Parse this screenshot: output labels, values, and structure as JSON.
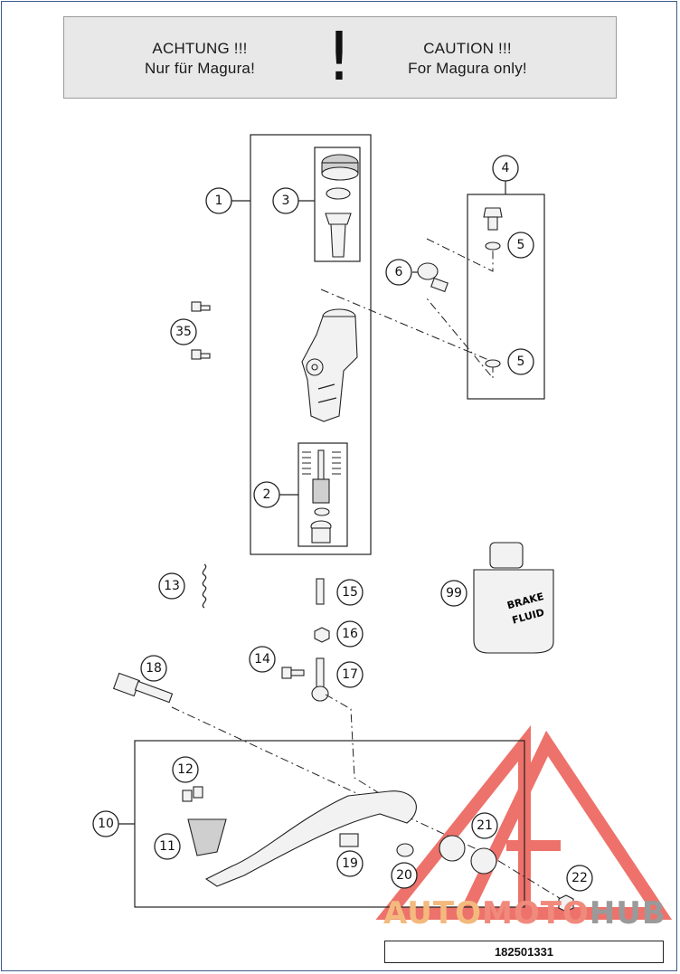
{
  "warning": {
    "de_line1": "ACHTUNG !!!",
    "de_line2": "Nur für Magura!",
    "symbol": "!",
    "en_line1": "CAUTION !!!",
    "en_line2": "For Magura only!"
  },
  "callouts": {
    "c1": "1",
    "c2": "2",
    "c3": "3",
    "c4": "4",
    "c5a": "5",
    "c5b": "5",
    "c6": "6",
    "c35": "35",
    "c13": "13",
    "c15": "15",
    "c16": "16",
    "c14": "14",
    "c17": "17",
    "c18": "18",
    "c99": "99",
    "c12": "12",
    "c10": "10",
    "c11": "11",
    "c19": "19",
    "c20": "20",
    "c21": "21",
    "c22": "22"
  },
  "brake_fluid_label": {
    "line1": "BRAKE",
    "line2": "FLUID"
  },
  "watermark": {
    "part1": "AUTO",
    "part2": "MOTO",
    "part3": "HUB"
  },
  "document_number": "182501331",
  "colors": {
    "frame": "#3a5a8c",
    "watermark_red": "#e8433a",
    "watermark_orange": "#f3b97d",
    "watermark_gray": "#9a9a9a"
  }
}
